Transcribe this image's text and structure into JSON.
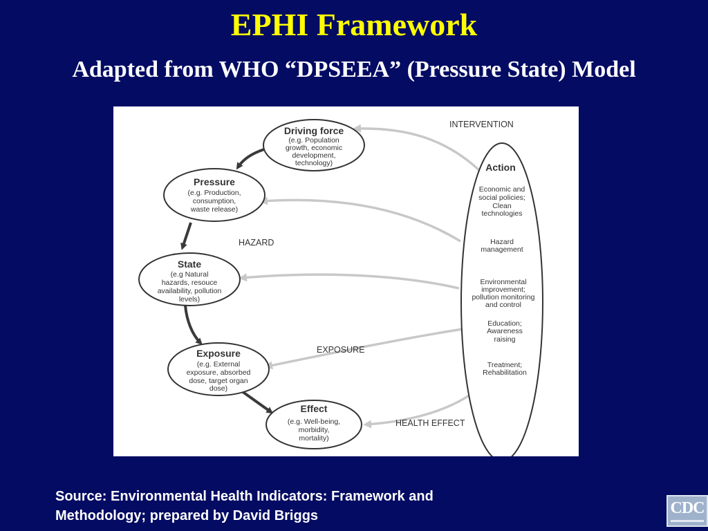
{
  "slide": {
    "title": "EPHI Framework",
    "subtitle": "Adapted from WHO “DPSEEA” (Pressure State) Model",
    "source_line1": "Source: Environmental  Health Indicators: Framework and",
    "source_line2": "Methodology; prepared by David Briggs",
    "logo_text": "CDC"
  },
  "diagram": {
    "nodes": {
      "driving_force": {
        "title": "Driving force",
        "lines": [
          "(e.g. Population",
          "growth, economic",
          "development,",
          "technology)"
        ]
      },
      "pressure": {
        "title": "Pressure",
        "lines": [
          "(e.g. Production,",
          "consumption,",
          "waste release)"
        ]
      },
      "state": {
        "title": "State",
        "lines": [
          "(e.g Natural",
          "hazards, resouce",
          "availability, pollution",
          "levels)"
        ]
      },
      "exposure": {
        "title": "Exposure",
        "lines": [
          "(e.g. External",
          "exposure, absorbed",
          "dose, target organ",
          "dose)"
        ]
      },
      "effect": {
        "title": "Effect",
        "lines": [
          "(e.g. Well-being,",
          "morbidity,",
          "mortality)"
        ]
      }
    },
    "action": {
      "title": "Action",
      "economic": [
        "Economic and",
        "social policies;",
        "Clean",
        "technologies"
      ],
      "hazard_mgmt": [
        "Hazard",
        "management"
      ],
      "environmental": [
        "Environmental",
        "improvement;",
        "pollution monitoring",
        "and control"
      ],
      "education": [
        "Education;",
        "Awareness",
        "raising"
      ],
      "treatment": [
        "Treatment;",
        "Rehabilitation"
      ]
    },
    "labels": {
      "intervention": "INTERVENTION",
      "hazard": "HAZARD",
      "exposure": "EXPOSURE",
      "health_effect": "HEALTH EFFECT"
    },
    "colors": {
      "main_arrow": "#3a3a3a",
      "feedback_arrow": "#c8c8c8",
      "border": "#333333"
    }
  }
}
